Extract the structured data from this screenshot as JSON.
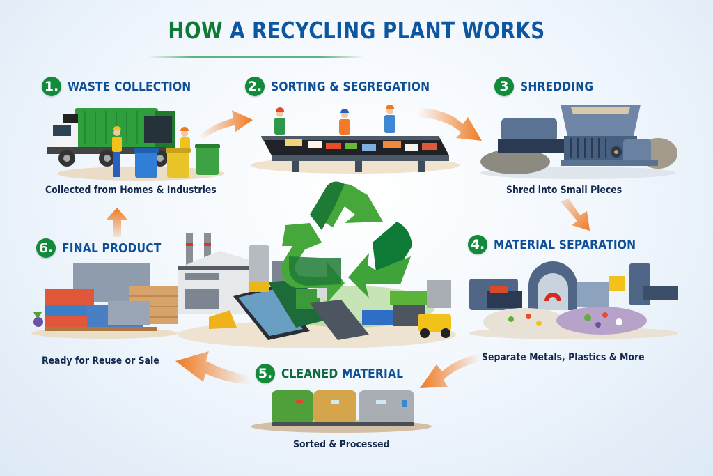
{
  "title": {
    "part1": "HOW",
    "part2": "A RECYCLING PLANT WORKS"
  },
  "colors": {
    "title_green": "#0f7a36",
    "title_blue": "#0d57a0",
    "badge_green": "#118a3c",
    "step_title_blue": "#0d4f97",
    "caption_navy": "#13284d",
    "arrow_orange": "#f07a22",
    "recycle_light": "#46a83a",
    "recycle_dark": "#0f7a36"
  },
  "center": {
    "icon": "recycle-symbol",
    "scene": "recycling-plant-facility"
  },
  "steps": [
    {
      "number": "1.",
      "title": "WASTE COLLECTION",
      "caption": "Collected from Homes & Industries",
      "illustration": "garbage-truck-with-workers-and-bins"
    },
    {
      "number": "2.",
      "title": "SORTING & SEGREGATION",
      "caption": "",
      "illustration": "sorting-conveyor-with-workers"
    },
    {
      "number": "3",
      "title": "SHREDDING",
      "caption": "Shred into Small Pieces",
      "illustration": "industrial-shredder"
    },
    {
      "number": "4.",
      "title": "MATERIAL SEPARATION",
      "caption": "Separate Metals, Plastics & More",
      "illustration": "magnetic-separator-machines"
    },
    {
      "number": "5.",
      "title_part1": "CLEANED",
      "title_part2": "MATERIAL",
      "caption": "Sorted & Processed",
      "illustration": "cleaned-material-bales"
    },
    {
      "number": "6.",
      "title": "FINAL PRODUCT",
      "caption": "Ready for Reuse or Sale",
      "illustration": "pallets-of-recycled-bales"
    }
  ],
  "flow_arrows": [
    "1-to-2",
    "2-to-3",
    "3-to-4",
    "4-to-5",
    "5-to-6",
    "6-to-1"
  ]
}
